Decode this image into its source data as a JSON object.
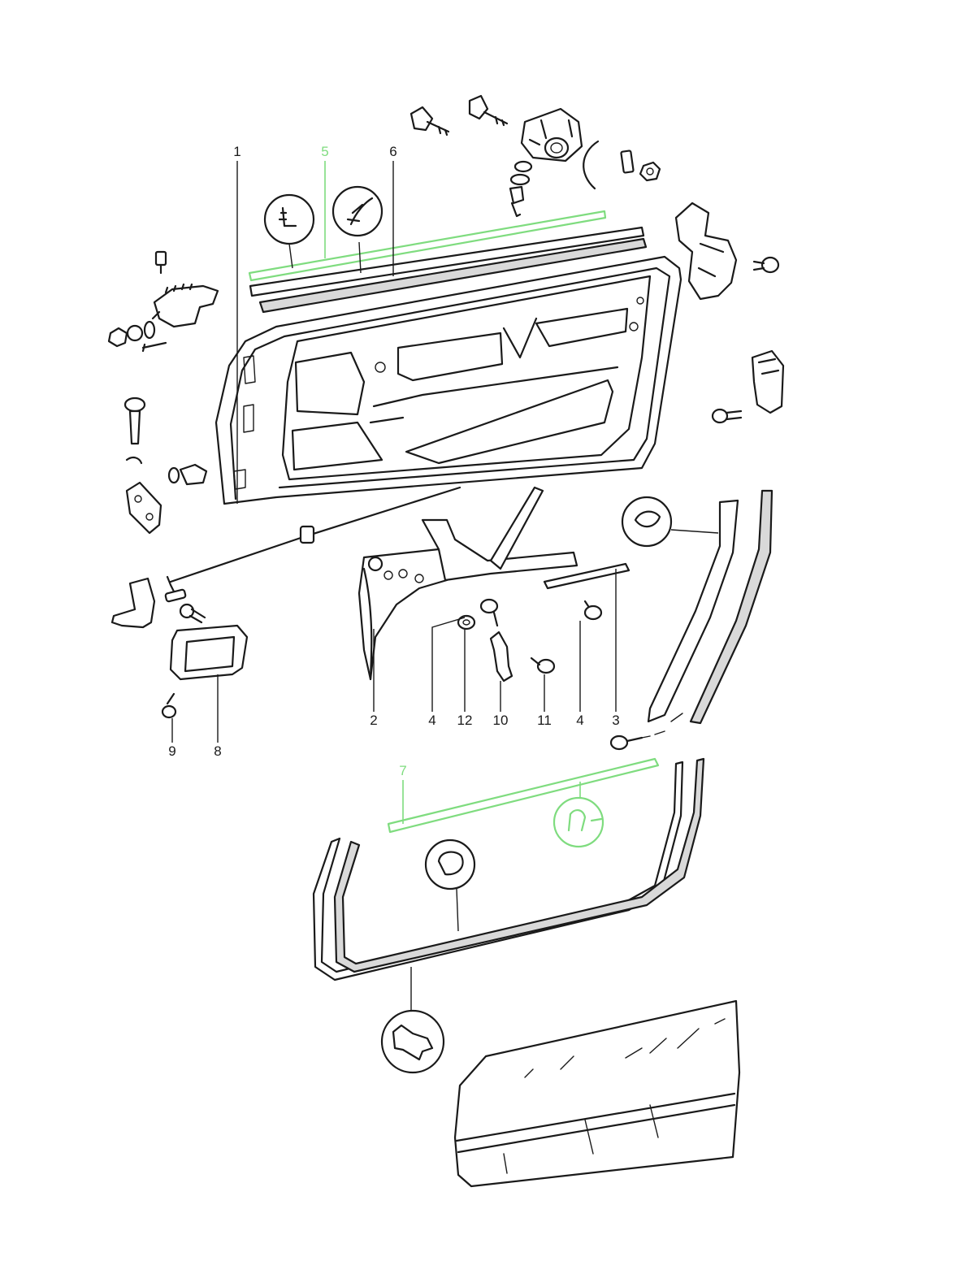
{
  "callouts": [
    {
      "id": "c1",
      "label": "1",
      "highlight": false
    },
    {
      "id": "c5",
      "label": "5",
      "highlight": true
    },
    {
      "id": "c6",
      "label": "6",
      "highlight": false
    },
    {
      "id": "c2",
      "label": "2",
      "highlight": false
    },
    {
      "id": "c4a",
      "label": "4",
      "highlight": false
    },
    {
      "id": "c12",
      "label": "12",
      "highlight": false
    },
    {
      "id": "c10",
      "label": "10",
      "highlight": false
    },
    {
      "id": "c11",
      "label": "11",
      "highlight": false
    },
    {
      "id": "c4b",
      "label": "4",
      "highlight": false
    },
    {
      "id": "c3",
      "label": "3",
      "highlight": false
    },
    {
      "id": "c9",
      "label": "9",
      "highlight": false
    },
    {
      "id": "c8",
      "label": "8",
      "highlight": false
    },
    {
      "id": "c7",
      "label": "7",
      "highlight": true
    }
  ],
  "colors": {
    "ink": "#1a1a1a",
    "highlight": "#7fdc7f",
    "background": "#ffffff"
  }
}
